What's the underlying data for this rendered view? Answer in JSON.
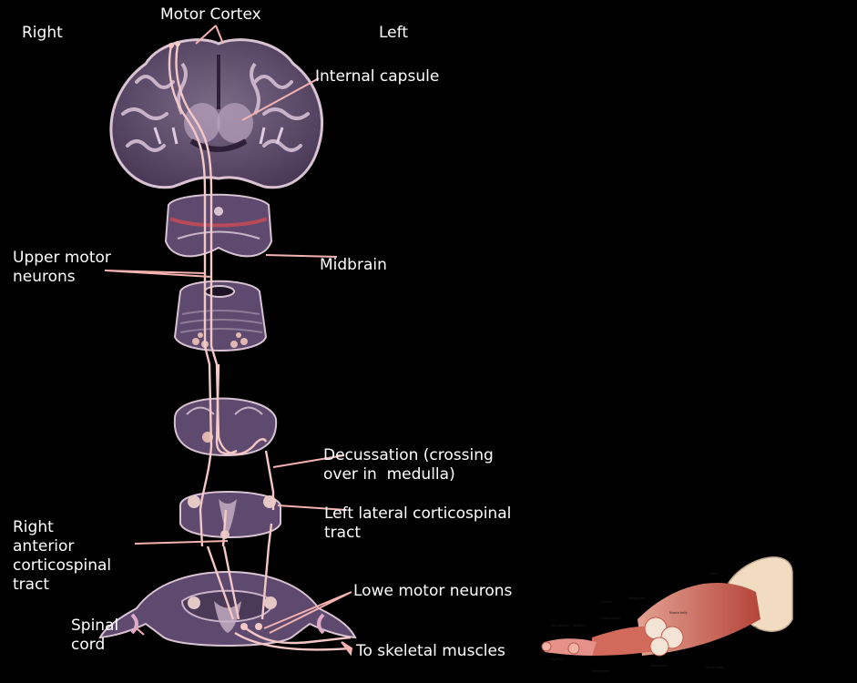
{
  "labels": {
    "motor_cortex": "Motor Cortex",
    "right": "Right",
    "left": "Left",
    "internal_capsule": "Internal capsule",
    "upper_motor_neurons": "Upper motor\nneurons",
    "midbrain": "Midbrain",
    "decussation": "Decussation (crossing\nover in  medulla)",
    "left_lateral_tract": "Left lateral corticospinal\ntract",
    "right_anterior_tract": "Right\nanterior\ncorticospinal\ntract",
    "lower_motor_neurons": "Lowe motor neurons",
    "spinal_cord": "Spinal\ncord",
    "to_skeletal_muscles": "To skeletal muscles"
  },
  "colors": {
    "background": "#000000",
    "tissue": "#5d4a6e",
    "tissue_dark": "#3f3050",
    "tissue_light": "#c9b3c8",
    "pathway": "#f4c8c6",
    "leader": "#f4b2b0",
    "muscle": "#c8584a",
    "bone": "#f1dcc2",
    "text": "#ffffff"
  }
}
